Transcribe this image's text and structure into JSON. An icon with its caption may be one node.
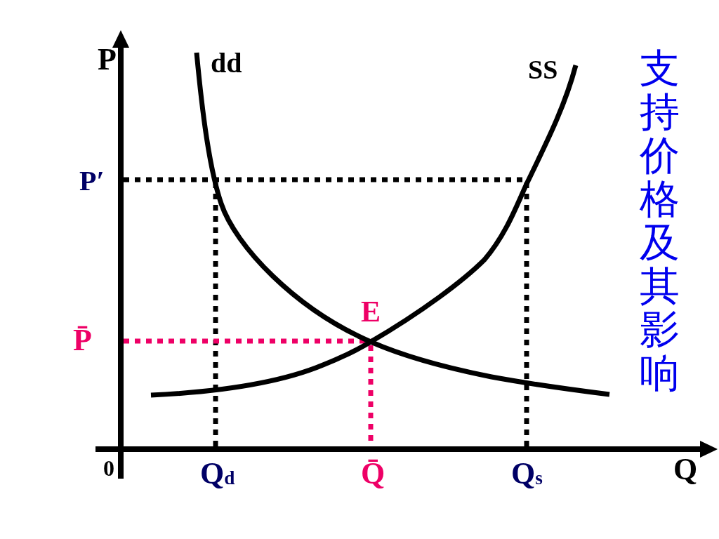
{
  "diagram": {
    "title": "支持价格及其影响",
    "labels": [
      "P",
      "dd",
      "SS",
      "P′",
      "E",
      "P̄",
      "0",
      "Q$_{d}$",
      "Q̄",
      "Q$_{s}$",
      "Q"
    ]
  }
}
